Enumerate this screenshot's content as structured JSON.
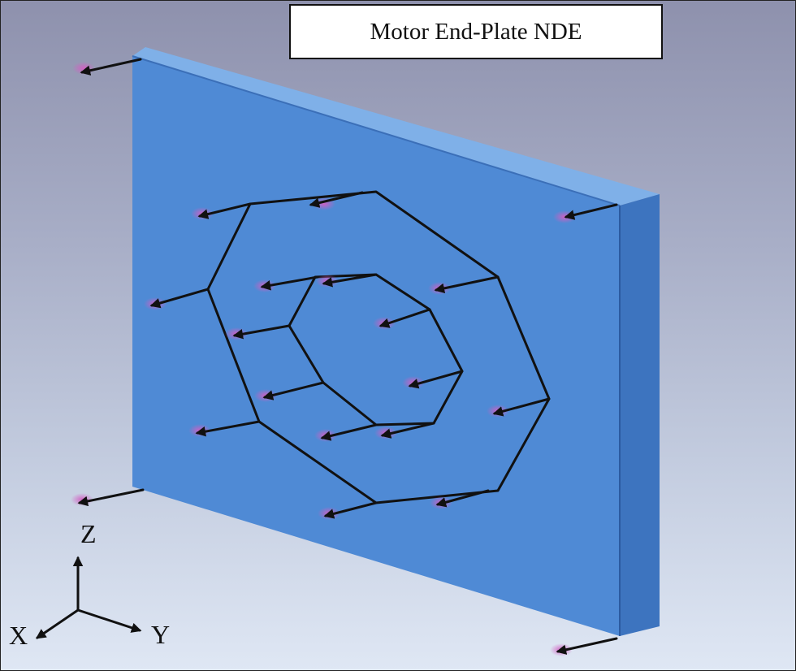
{
  "title": "Motor End-Plate NDE",
  "axes": {
    "z": "Z",
    "x": "X",
    "y": "Y"
  },
  "colors": {
    "plate_face": "#4d8bd6",
    "plate_side": "#3d75c0",
    "plate_top": "#7fb0e8",
    "arrow": "#111111",
    "dot": "#c05ab5"
  }
}
